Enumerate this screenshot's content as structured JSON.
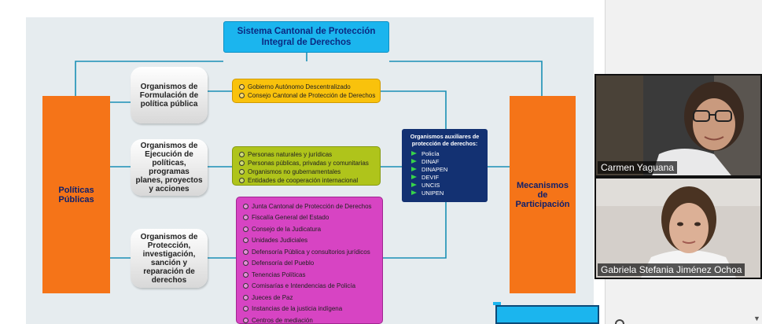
{
  "slide": {
    "title_line1": "Sistema Cantonal de Protección",
    "title_line2": "Integral de Derechos",
    "left_block": "Políticas Públicas",
    "right_block": "Mecanismos de Participación",
    "organismos": [
      {
        "label": "Organismos de Formulación de política pública",
        "items": [
          "Gobierno Autónomo Descentralizado",
          "Consejo Cantonal de Protección de Derechos"
        ]
      },
      {
        "label": "Organismos de Ejecución de políticas, programas planes, proyectos y acciones",
        "items": [
          "Personas naturales y jurídicas",
          "Personas públicas, privadas y comunitarias",
          "Organismos no gubernamentales",
          "Entidades de cooperación internacional"
        ]
      },
      {
        "label": "Organismos de Protección, investigación, sanción y reparación de derechos",
        "items": [
          "Junta Cantonal de Protección de Derechos",
          "Fiscalía General del Estado",
          "Consejo de la Judicatura",
          "Unidades Judiciales",
          "Defensoría Pública y consultorios jurídicos",
          "Defensoría del Pueblo",
          "Tenencias Políticas",
          "Comisarías e Intendencias de Policía",
          "Jueces de Paz",
          "Instancias de la justicia indígena",
          "Centros de mediación"
        ]
      }
    ],
    "auxiliares": {
      "title": "Organismos auxiliares de protección de derechos:",
      "items": [
        "Policía",
        "DINAF",
        "DINAPEN",
        "DEVIF",
        "UNCIS",
        "UNIPEN"
      ]
    }
  },
  "participants": [
    {
      "name": "Carmen Yaguana"
    },
    {
      "name": "Gabriela Stefania Jiménez Ochoa"
    }
  ],
  "colors": {
    "title": "#1bb5ee",
    "orange": "#f57418",
    "yellow": "#f9c20c",
    "green": "#afc41b",
    "magenta": "#d744c3",
    "navy": "#133172",
    "connector": "#1a8fb5"
  }
}
